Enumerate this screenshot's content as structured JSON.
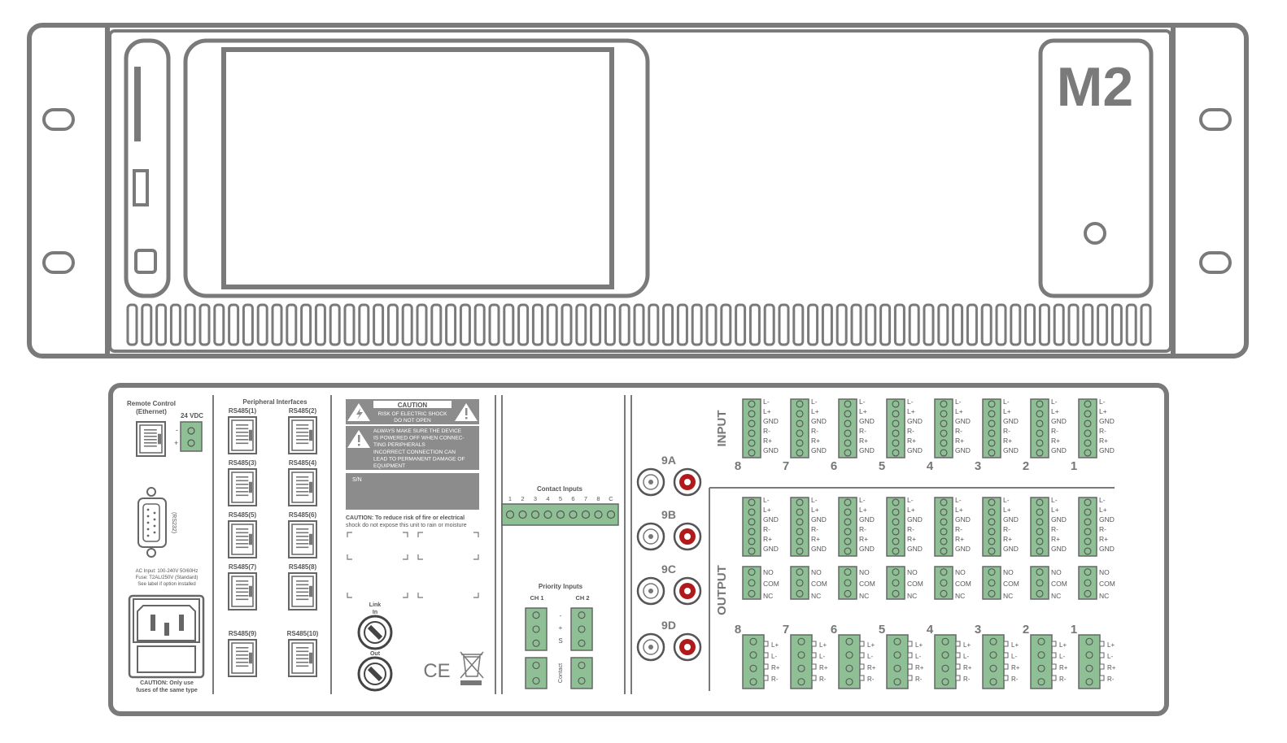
{
  "front": {
    "logo": "M2"
  },
  "rear": {
    "remote": {
      "title": "Remote Control",
      "subtitle": "(Ethernet)",
      "vdc": "24 VDC",
      "minus": "-",
      "plus": "+",
      "rs232": "(RS232)",
      "ac_lines": [
        "AC Input: 100-240V 50/60Hz",
        "Fuse: T2AL/250V (Standard)",
        "See label if option installed"
      ],
      "fuse_caution_lines": [
        "CAUTION: Only use",
        "fuses of the same type"
      ]
    },
    "peripheral": {
      "title": "Peripheral Interfaces",
      "ports": [
        "RS485(1)",
        "RS485(2)",
        "RS485(3)",
        "RS485(4)",
        "RS485(5)",
        "RS485(6)",
        "RS485(7)",
        "RS485(8)",
        "RS485(9)",
        "RS485(10)"
      ]
    },
    "warnings": {
      "caution_title": "CAUTION",
      "shock_lines": [
        "RISK OF ELECTRIC SHOCK",
        "DO NOT OPEN"
      ],
      "power_lines": [
        "ALWAYS MAKE SURE THE DEVICE",
        "IS POWERED OFF WHEN CONNEC-",
        "TING PERIPHERALS",
        "INCORRECT CONNECTION CAN",
        "LEAD TO PERMANENT DAMAGE OF",
        "EQUIPMENT"
      ],
      "sn": "S/N",
      "rain_lines": [
        "CAUTION: To reduce risk of fire or electrical",
        "shock do not expose this unit to rain or moisture"
      ],
      "link": "Link",
      "link_in": "In",
      "link_out": "Out",
      "ce": "CE"
    },
    "contact": {
      "title": "Contact Inputs",
      "pins": [
        "1",
        "2",
        "3",
        "4",
        "5",
        "6",
        "7",
        "8",
        "C"
      ]
    },
    "priority": {
      "title": "Priority Inputs",
      "ch1": "CH 1",
      "ch2": "CH 2",
      "pin_labels": [
        "-",
        "+",
        "S"
      ],
      "contact": "Contact"
    },
    "rca": {
      "labels": [
        "9A",
        "9B",
        "9C",
        "9D"
      ]
    },
    "input": {
      "title": "INPUT",
      "pin_labels": [
        "L-",
        "L+",
        "GND",
        "R-",
        "R+",
        "GND"
      ],
      "channels": [
        "8",
        "7",
        "6",
        "5",
        "4",
        "3",
        "2",
        "1"
      ]
    },
    "output": {
      "title": "OUTPUT",
      "pin_labels": [
        "L-",
        "L+",
        "GND",
        "R-",
        "R+",
        "GND"
      ],
      "relay_labels": [
        "NO",
        "COM",
        "NC"
      ],
      "channels": [
        "8",
        "7",
        "6",
        "5",
        "4",
        "3",
        "2",
        "1"
      ],
      "speaker_labels": [
        "L+",
        "L-",
        "R+",
        "R-"
      ]
    }
  },
  "colors": {
    "outline": "#7a7a7a",
    "connector": "#8fbf94",
    "label_panel": "#8c8c8c",
    "rca_red": "#b11a1a"
  }
}
